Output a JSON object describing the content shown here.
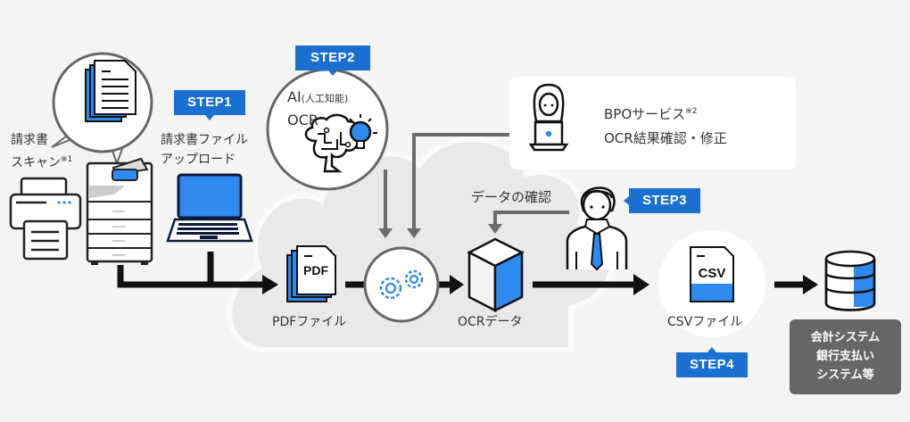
{
  "colors": {
    "accent": "#1a6fd1",
    "icon_blue": "#2f8af0",
    "background": "#f4f4f4",
    "cloud": "#e9e9e9",
    "connector_gray": "#666666",
    "flow_black": "#111111",
    "system_box": "#666666"
  },
  "steps": {
    "step1": "STEP1",
    "step2": "STEP2",
    "step3": "STEP3",
    "step4": "STEP4"
  },
  "scan": {
    "line1": "請求書",
    "line2": "スキャン",
    "note": "※1",
    "icons": [
      "document-stack-icon",
      "printer-icon",
      "copier-icon"
    ]
  },
  "upload": {
    "line1": "請求書ファイル",
    "line2": "アップロード",
    "icon": "laptop-icon"
  },
  "ai_ocr": {
    "line1_main": "AI",
    "line1_sub": "(人工知能)",
    "line2": "OCR",
    "icon": "brain-lightbulb-icon"
  },
  "bpo": {
    "title": "BPOサービス",
    "note": "※2",
    "subtitle": "OCR結果確認・修正",
    "icon": "operator-laptop-icon"
  },
  "pdf": {
    "label": "PDFファイル",
    "file_text": "PDF",
    "icon": "pdf-file-icon"
  },
  "process": {
    "icon": "gears-icon"
  },
  "ocr_data": {
    "label": "OCRデータ",
    "icon": "data-cube-icon"
  },
  "check": {
    "label": "データの確認",
    "icon": "businessman-icon"
  },
  "csv": {
    "label": "CSVファイル",
    "file_text": "CSV",
    "icon": "csv-file-icon"
  },
  "systems": {
    "lines": [
      "会計システム",
      "銀行支払い",
      "システム等"
    ],
    "icon": "database-icon"
  }
}
